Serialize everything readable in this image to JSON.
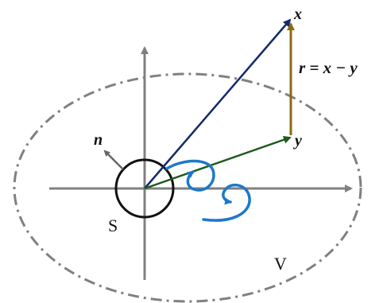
{
  "labels": {
    "x": "x",
    "y": "y",
    "r_eq": "r = x − y",
    "n": "n",
    "s": "S",
    "v": "V"
  },
  "colors": {
    "axes": "#808080",
    "boundary": "#808080",
    "circle": "#111111",
    "vector_x": "#142a6b",
    "vector_y": "#1e5a1e",
    "vector_r": "#8a6b12",
    "swirl": "#1e78c8",
    "normal": "#666666",
    "text": "#111111"
  }
}
